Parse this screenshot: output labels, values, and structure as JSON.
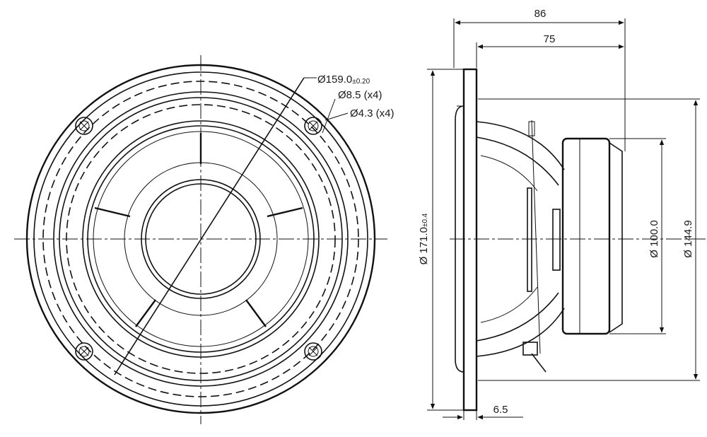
{
  "front_view": {
    "dimensions": {
      "outer_diameter": "Ø159.0",
      "outer_tolerance": "±0.20",
      "mount_holes": "Ø8.5 (x4)",
      "small_holes": "Ø4.3 (x4)"
    }
  },
  "side_view": {
    "dimensions": {
      "overall_depth": "86",
      "mount_depth": "75",
      "frame_diameter": "Ø 171.0",
      "frame_tolerance": "±0.4",
      "magnet_diameter": "Ø 100.0",
      "cutout_diameter": "Ø 144.9",
      "flange_thickness": "6.5"
    }
  }
}
